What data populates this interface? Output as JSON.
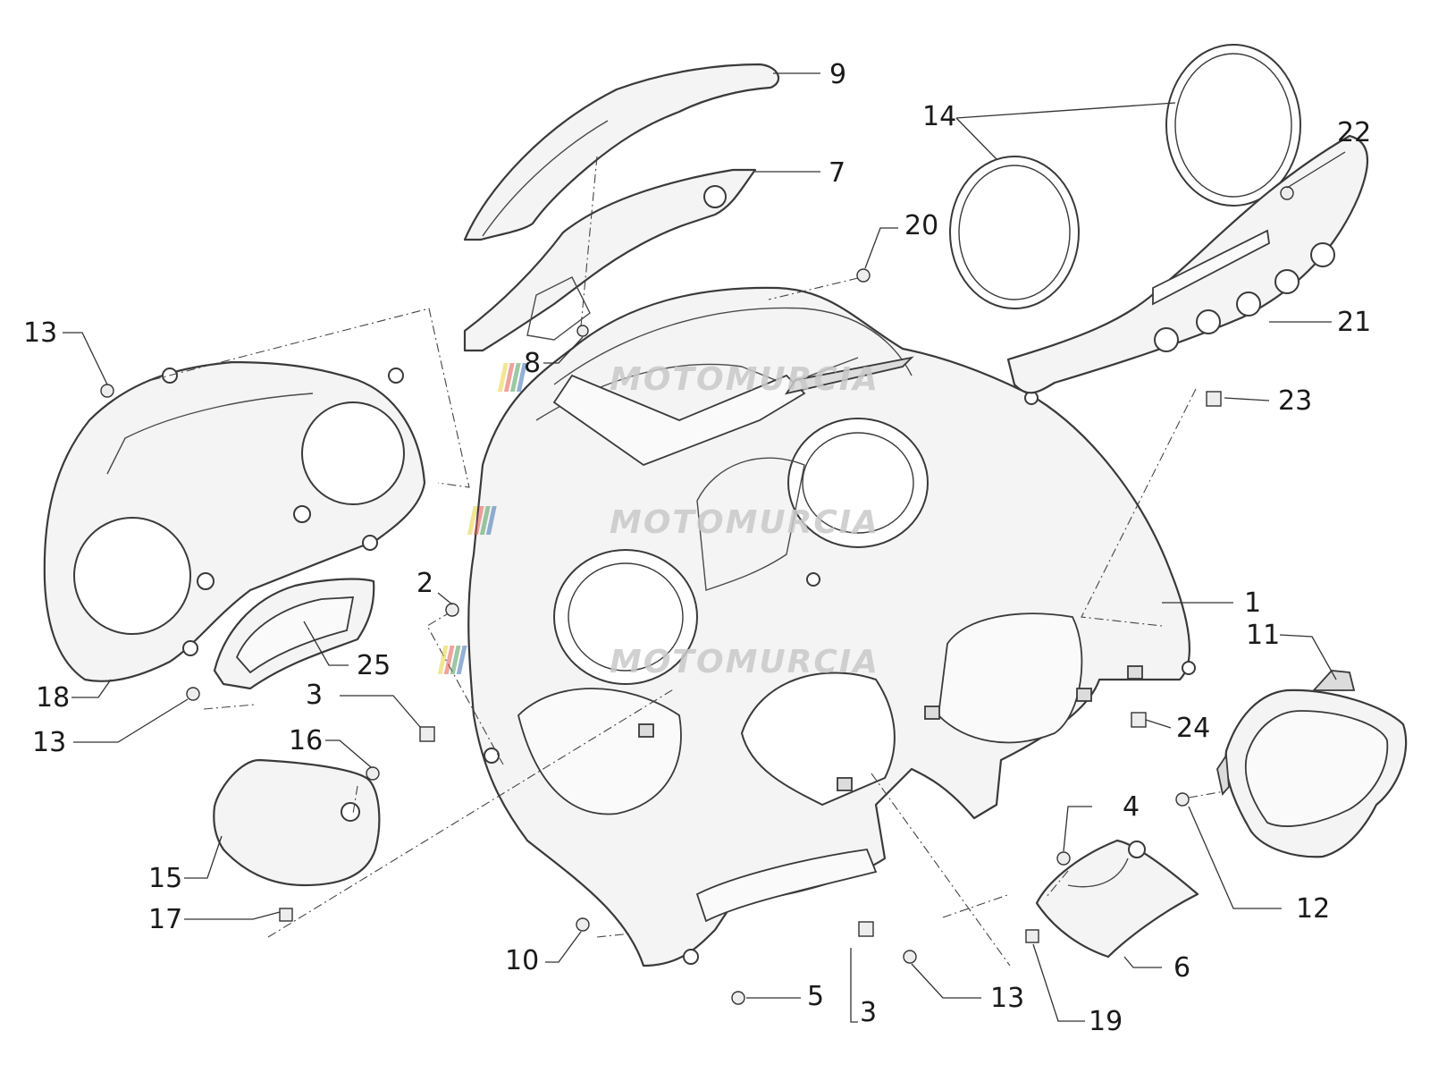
{
  "diagram": {
    "watermark": "MOTOMURCIA",
    "watermark_stripe_colors": [
      "#e6d23c",
      "#e05a4a",
      "#4a9a5a",
      "#3a6fb0"
    ],
    "callouts": [
      "1",
      "2",
      "3",
      "3",
      "4",
      "5",
      "6",
      "7",
      "8",
      "9",
      "10",
      "11",
      "12",
      "13",
      "13",
      "13",
      "14",
      "15",
      "16",
      "17",
      "18",
      "19",
      "20",
      "21",
      "22",
      "23",
      "24",
      "25"
    ]
  }
}
